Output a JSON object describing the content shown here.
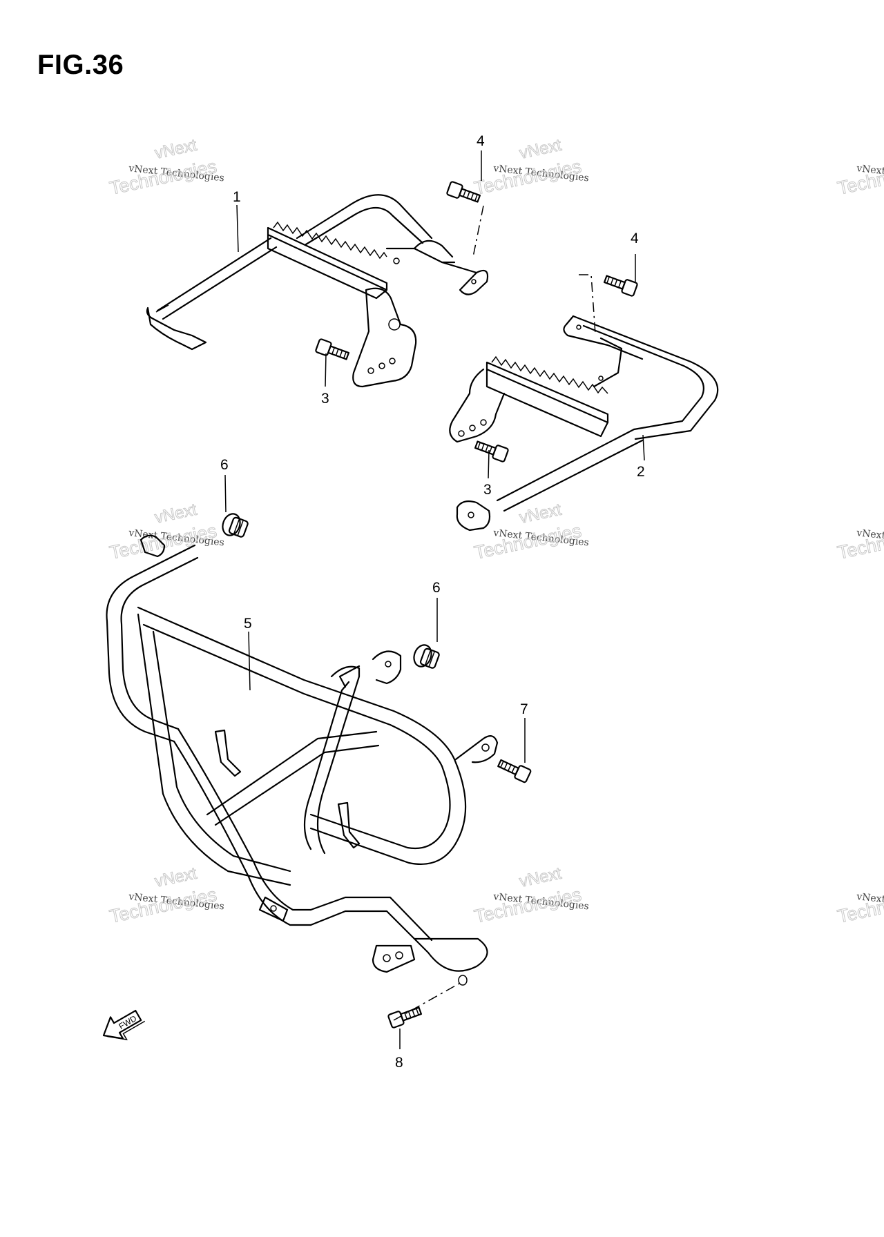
{
  "figure": {
    "title": "FIG.36"
  },
  "callouts": [
    {
      "id": "c1",
      "label": "1"
    },
    {
      "id": "c2",
      "label": "2"
    },
    {
      "id": "c3a",
      "label": "3"
    },
    {
      "id": "c3b",
      "label": "3"
    },
    {
      "id": "c4a",
      "label": "4"
    },
    {
      "id": "c4b",
      "label": "4"
    },
    {
      "id": "c5",
      "label": "5"
    },
    {
      "id": "c6a",
      "label": "6"
    },
    {
      "id": "c6b",
      "label": "6"
    },
    {
      "id": "c7",
      "label": "7"
    },
    {
      "id": "c8",
      "label": "8"
    }
  ],
  "watermark": {
    "line1": "vNext Technologies",
    "line2": "Technologies",
    "line3": "vNext"
  },
  "direction_arrow": {
    "label": "FWD"
  }
}
